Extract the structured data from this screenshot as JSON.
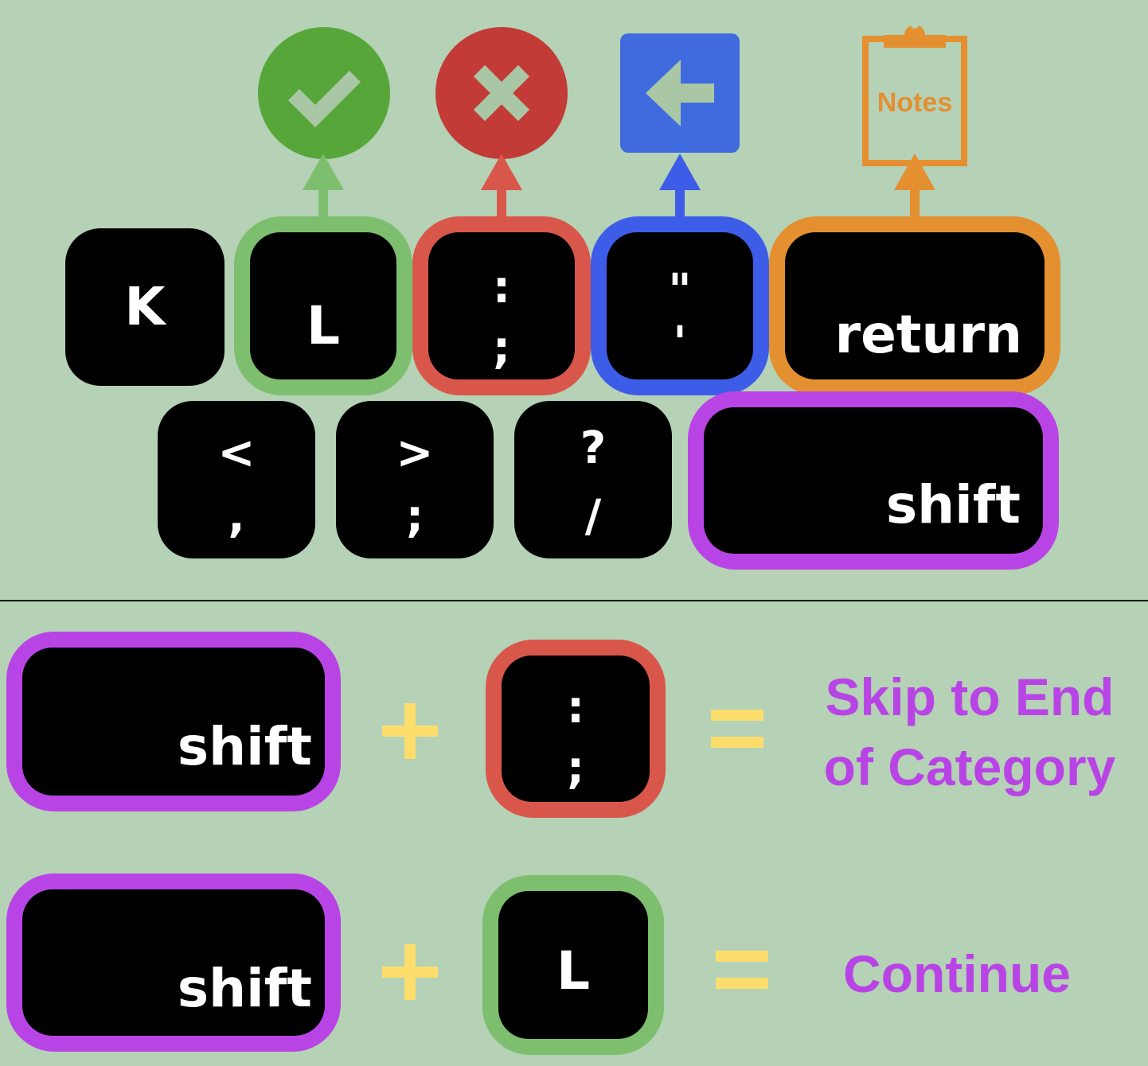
{
  "colors": {
    "background": "#b5d1b6",
    "key": "#000000",
    "green": "#7dbf6e",
    "red": "#d9574a",
    "blue": "#3d5de8",
    "orange": "#e48f30",
    "purple": "#b944e6",
    "yellow": "#fdde6c",
    "accept_fill": "#57a63a",
    "reject_fill": "#c23b37",
    "back_fill": "#3f6bdf"
  },
  "icons": {
    "accept": "check-circle-icon",
    "reject": "x-circle-icon",
    "back": "back-arrow-square-icon",
    "notes": "clipboard-icon",
    "notes_label": "Notes"
  },
  "keyboard": {
    "row1": {
      "k": "K",
      "l": "L",
      "semicolon_top": ":",
      "semicolon_bottom": ";",
      "quote_top": "\"",
      "quote_bottom": "'",
      "return": "return"
    },
    "row2": {
      "comma_top": "<",
      "comma_bottom": ",",
      "period_top": ">",
      "period_bottom": ";",
      "slash_top": "?",
      "slash_bottom": "/",
      "shift": "shift"
    }
  },
  "shortcuts": [
    {
      "modifier": "shift",
      "key_top": ":",
      "key_bottom": ";",
      "plus": "+",
      "equals": "=",
      "result": "Skip to End of Category"
    },
    {
      "modifier": "shift",
      "key": "L",
      "plus": "+",
      "equals": "=",
      "result": "Continue"
    }
  ]
}
